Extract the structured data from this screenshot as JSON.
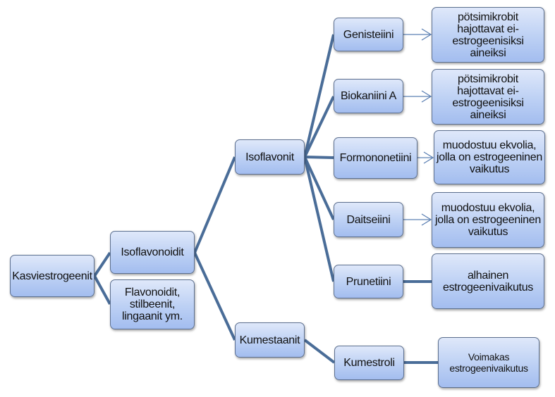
{
  "diagram": {
    "title": "Kasviestrogeenit",
    "colors": {
      "connector": "#4a6d98",
      "arrow": "#5c80b3",
      "node_fill_top": "#dfe8fa",
      "node_fill_bottom": "#a3bdef",
      "node_border": "#5c6f8f"
    },
    "nodes": {
      "root": "Kasviestrogeenit",
      "isoflavonoidit": "Isoflavonoidit",
      "flavonoidit": "Flavonoidit,\nstilbeenit,\nlingaanit ym.",
      "isoflavonit": "Isoflavonit",
      "kumestaanit": "Kumestaanit",
      "genisteiini": "Genisteiini",
      "biokaniini": "Biokaniini A",
      "formononetiini": "Formononetiini",
      "daitseiini": "Daitseiini",
      "prunetiini": "Prunetiini",
      "kumestroli": "Kumestroli",
      "genisteiini_effect": "pötsimikrobit\nhajottavat ei-\nestrogeenisiksi\naineiksi",
      "biokaniini_effect": "pötsimikrobit\nhajottavat ei-\nestrogeenisiksi\naineiksi",
      "formononetiini_effect": "muodostuu ekvolia,\njolla on estrogeeninen\nvaikutus",
      "daitseiini_effect": "muodostuu ekvolia,\njolla on estrogeeninen\nvaikutus",
      "prunetiini_effect": "alhainen\nestrogeenivaikutus",
      "kumestroli_effect": "Voimakas\nestrogeenivaikutus"
    }
  }
}
